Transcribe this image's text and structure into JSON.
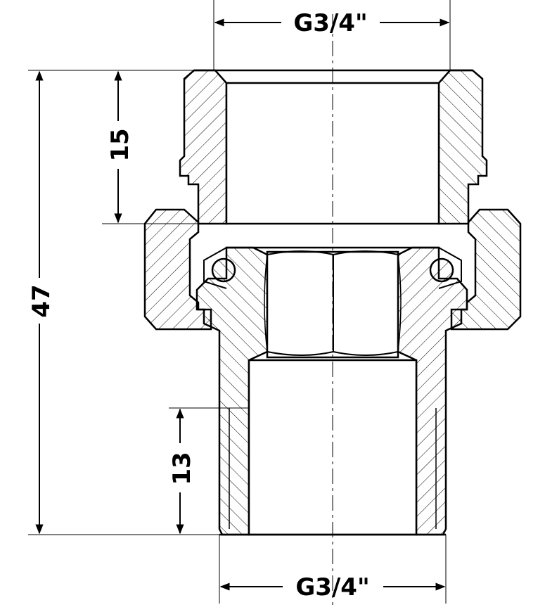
{
  "dimensions": {
    "top_thread": "G3/4\"",
    "bottom_thread": "G3/4\"",
    "total_height": "47",
    "top_depth": "15",
    "bottom_depth": "13"
  },
  "colors": {
    "line": "#000000",
    "background": "#ffffff",
    "hatch": "#000000"
  }
}
